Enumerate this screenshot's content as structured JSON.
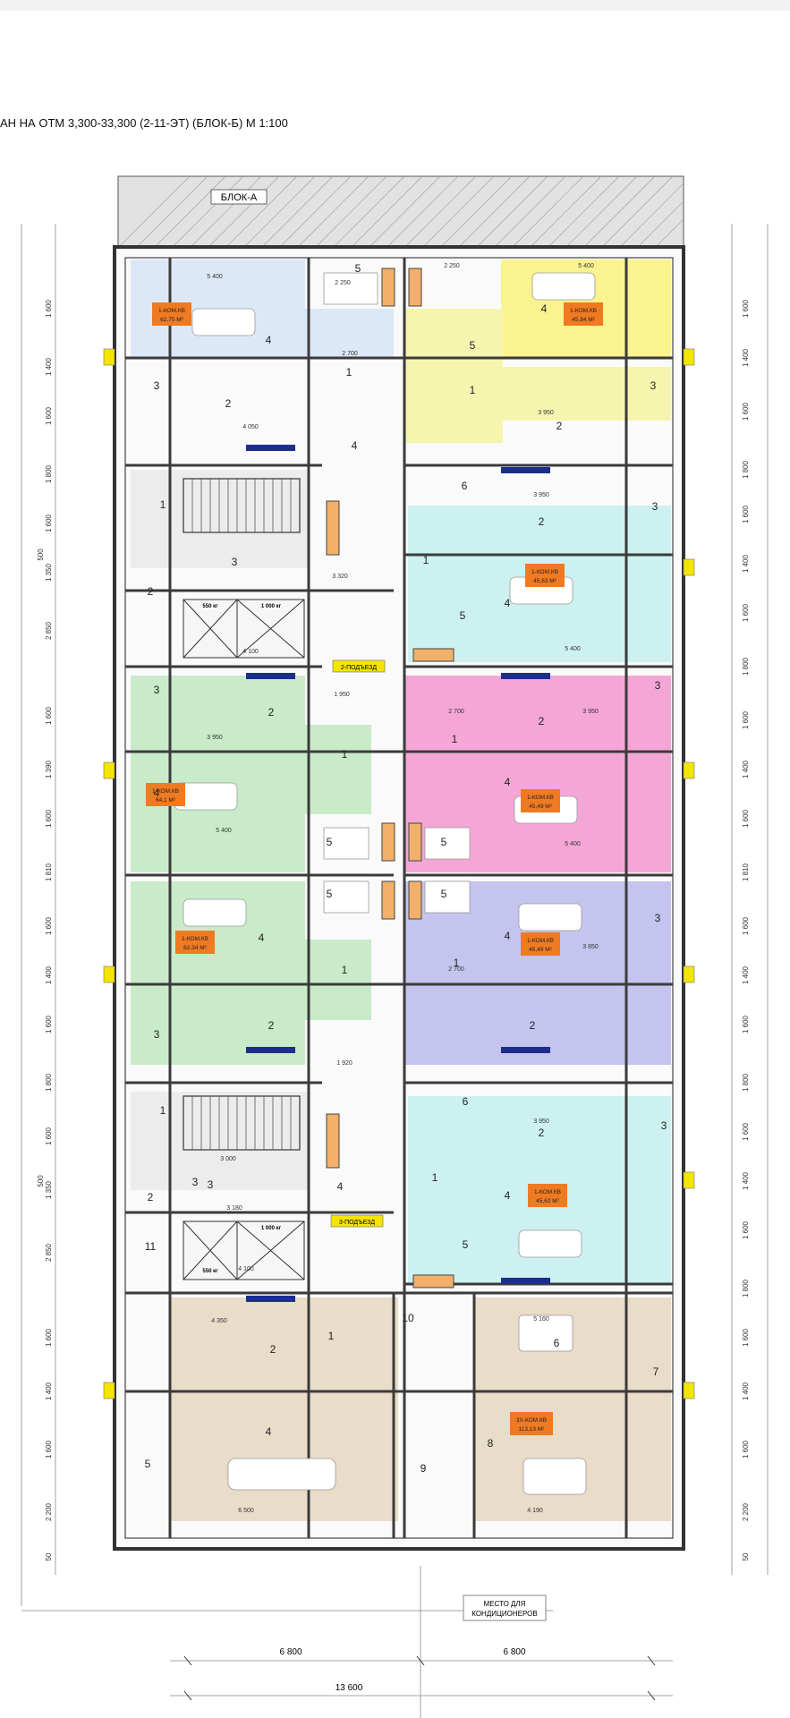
{
  "title": "АН НА ОТМ  3,300-33,300 (2-11-ЭТ) (БЛОК-Б) М 1:100",
  "block_label": "БЛОК-А",
  "ac_note": [
    "МЕСТО ДЛЯ",
    "КОНДИЦИОНЕРОВ"
  ],
  "bottom_dims": {
    "left": "6 800",
    "right": "6 800",
    "total": "13 600"
  },
  "entrance_labels": [
    "2-ПОДЪЕЗД",
    "3-ПОДЪЕЗД"
  ],
  "elevators": {
    "lift_small_top": "550 кг",
    "lift_large_top": "1 000 кг",
    "lift_large_bottom": "1 000 кг",
    "lift_small_bottom": "550 кг"
  },
  "apartment_tags": [
    {
      "type": "1-КОМ.КВ",
      "area": "62,75 М²"
    },
    {
      "type": "1-КОМ.КВ",
      "area": "45,84 М²"
    },
    {
      "type": "1-КОМ.КВ",
      "area": "45,63 М²"
    },
    {
      "type": "1-КОМ.КВ",
      "area": "64,1 М²"
    },
    {
      "type": "1-КОМ.КВ",
      "area": "45,49 М²"
    },
    {
      "type": "1-КОМ.КВ",
      "area": "62,34 М²"
    },
    {
      "type": "1-КОМ.КВ",
      "area": "45,49 М²"
    },
    {
      "type": "1-КОМ.КВ",
      "area": "45,62 М²"
    },
    {
      "type": "3Х-КОМ.КВ",
      "area": "113,13 М²"
    }
  ],
  "left_dims": [
    "1 600",
    "1 400",
    "1 600",
    "1 800",
    "1 600",
    "1 350",
    "2 850",
    "1 600",
    "1 390",
    "1 600",
    "1 810",
    "1 600",
    "1 400",
    "1 600",
    "1 800",
    "1 600",
    "1 350",
    "2 850",
    "1 600",
    "1 400",
    "1 600",
    "2 200"
  ],
  "right_dims": [
    "1 600",
    "1 400",
    "1 600",
    "1 800",
    "1 600",
    "1 400",
    "1 600",
    "1 800",
    "1 600",
    "1 400",
    "1 600",
    "1 810",
    "1 600",
    "1 400",
    "1 600",
    "1 800",
    "1 600",
    "1 400",
    "1 600",
    "1 800",
    "1 600",
    "1 400",
    "1 600",
    "2 200"
  ],
  "side_dims": [
    "500",
    "500",
    "50",
    "50"
  ],
  "rooms": [
    {
      "n": "4"
    },
    {
      "n": "3"
    },
    {
      "n": "2"
    },
    {
      "n": "5"
    },
    {
      "n": "1"
    },
    {
      "n": "4"
    },
    {
      "n": "3"
    },
    {
      "n": "2"
    },
    {
      "n": "1"
    },
    {
      "n": "5"
    },
    {
      "n": "1"
    },
    {
      "n": "2"
    },
    {
      "n": "3"
    },
    {
      "n": "4"
    },
    {
      "n": "6"
    },
    {
      "n": "1"
    },
    {
      "n": "2"
    },
    {
      "n": "3"
    },
    {
      "n": "4"
    },
    {
      "n": "5"
    },
    {
      "n": "2"
    },
    {
      "n": "3"
    },
    {
      "n": "4"
    },
    {
      "n": "1"
    },
    {
      "n": "5"
    },
    {
      "n": "1"
    },
    {
      "n": "2"
    },
    {
      "n": "3"
    },
    {
      "n": "4"
    },
    {
      "n": "5"
    },
    {
      "n": "4"
    },
    {
      "n": "3"
    },
    {
      "n": "1"
    },
    {
      "n": "5"
    },
    {
      "n": "2"
    },
    {
      "n": "4"
    },
    {
      "n": "3"
    },
    {
      "n": "1"
    },
    {
      "n": "2"
    },
    {
      "n": "5"
    },
    {
      "n": "1"
    },
    {
      "n": "3"
    },
    {
      "n": "2"
    },
    {
      "n": "4"
    },
    {
      "n": "6"
    },
    {
      "n": "2"
    },
    {
      "n": "3"
    },
    {
      "n": "1"
    },
    {
      "n": "5"
    },
    {
      "n": "4"
    },
    {
      "n": "11"
    },
    {
      "n": "3"
    },
    {
      "n": "2"
    },
    {
      "n": "1"
    },
    {
      "n": "10"
    },
    {
      "n": "6"
    },
    {
      "n": "7"
    },
    {
      "n": "5"
    },
    {
      "n": "4"
    },
    {
      "n": "9"
    },
    {
      "n": "8"
    }
  ],
  "interior_dims": [
    "5 400",
    "2 250",
    "2 250",
    "5 400",
    "2 700",
    "3 950",
    "4 050",
    "3 320",
    "4 100",
    "3 950",
    "5 400",
    "2 700",
    "3 950",
    "3 950",
    "5 400",
    "1 950",
    "5 400",
    "4 100",
    "5 160",
    "6 500",
    "4 190",
    "4 350",
    "3 180",
    "3 000",
    "3 850",
    "2 700",
    "1 920",
    "3 950"
  ],
  "colors": {
    "blue": "#dde8f7",
    "yellow_light": "#f5f5b0",
    "yellow": "#fbf38f",
    "cyan": "#cdf1f1",
    "green": "#c9ebc9",
    "pink": "#f4a7d6",
    "purple": "#c4c4ef",
    "beige": "#e9dcc8",
    "gray": "#ececec",
    "wall": "#3b3b3b",
    "tag": "#f07a22",
    "marker": "#f4e500"
  }
}
